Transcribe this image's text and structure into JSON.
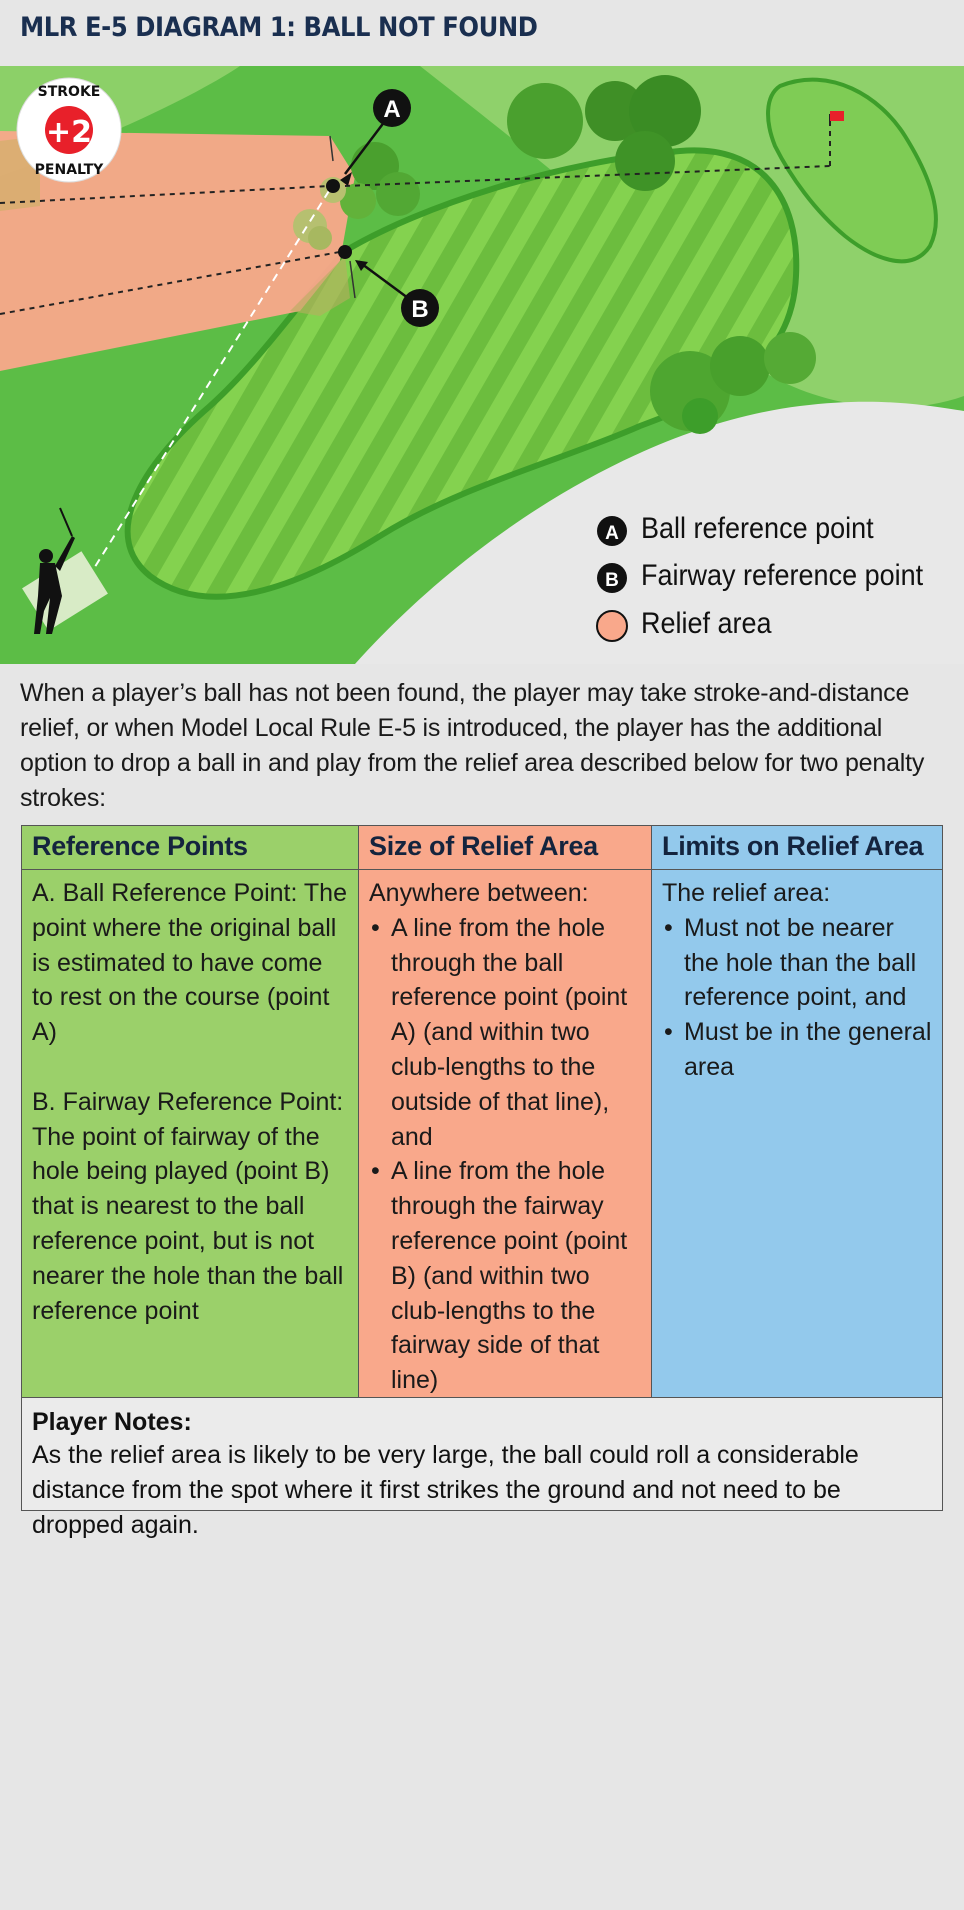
{
  "title": "MLR E-5 DIAGRAM 1:  BALL NOT FOUND",
  "penalty_badge": {
    "top": "STROKE",
    "value": "+2",
    "bottom": "PENALTY"
  },
  "markers": {
    "a": "A",
    "b": "B"
  },
  "legend": [
    {
      "marker": "A",
      "label": "Ball reference point"
    },
    {
      "marker": "B",
      "label": "Fairway reference point"
    },
    {
      "marker": "",
      "label": "Relief area"
    }
  ],
  "intro": "When a player’s ball has not been found, the player may take stroke-and-distance relief, or when Model Local Rule E-5 is introduced, the player has the additional option to drop a ball in and play from the relief area described below for two penalty strokes:",
  "table": {
    "columns": [
      {
        "header": "Reference Points",
        "color": "#9bd06a",
        "paragraphs": [
          "A. Ball Reference Point: The point where the original ball is estimated to have come to rest on the course (point A)",
          "B. Fairway Reference Point: The point of fairway of the hole being played (point B) that is nearest to the ball reference point, but is not nearer the hole than the ball reference point"
        ]
      },
      {
        "header": "Size of Relief Area",
        "color": "#f9a88b",
        "intro": "Anywhere between:",
        "bullets": [
          "A line from the hole through the ball reference point (point A) (and within two club-lengths to the outside of that line), and",
          "A line from the hole through the fairway reference point (point B) (and within two club-lengths to the fairway side of that line)"
        ]
      },
      {
        "header": "Limits on Relief Area",
        "color": "#93c9ec",
        "intro": "The relief area:",
        "bullets": [
          "Must not be nearer the hole than the ball reference point, and",
          "Must be in the general area"
        ]
      }
    ]
  },
  "notes": {
    "heading": "Player Notes:",
    "text": "As the relief area is likely to be very large, the ball could roll a considerable distance from the spot where it first strikes the ground and not need to be dropped again."
  },
  "colors": {
    "rough": "#5fbf48",
    "light_rough": "#8fd06a",
    "fairway": "#7acb47",
    "fairway_stripe": "#5fb33a",
    "fairway_edge": "#3d9e2a",
    "relief": "#f9a88b",
    "white_area": "#e9e9e9",
    "flag": "#e8202a",
    "text_dark": "#1a2f50"
  }
}
